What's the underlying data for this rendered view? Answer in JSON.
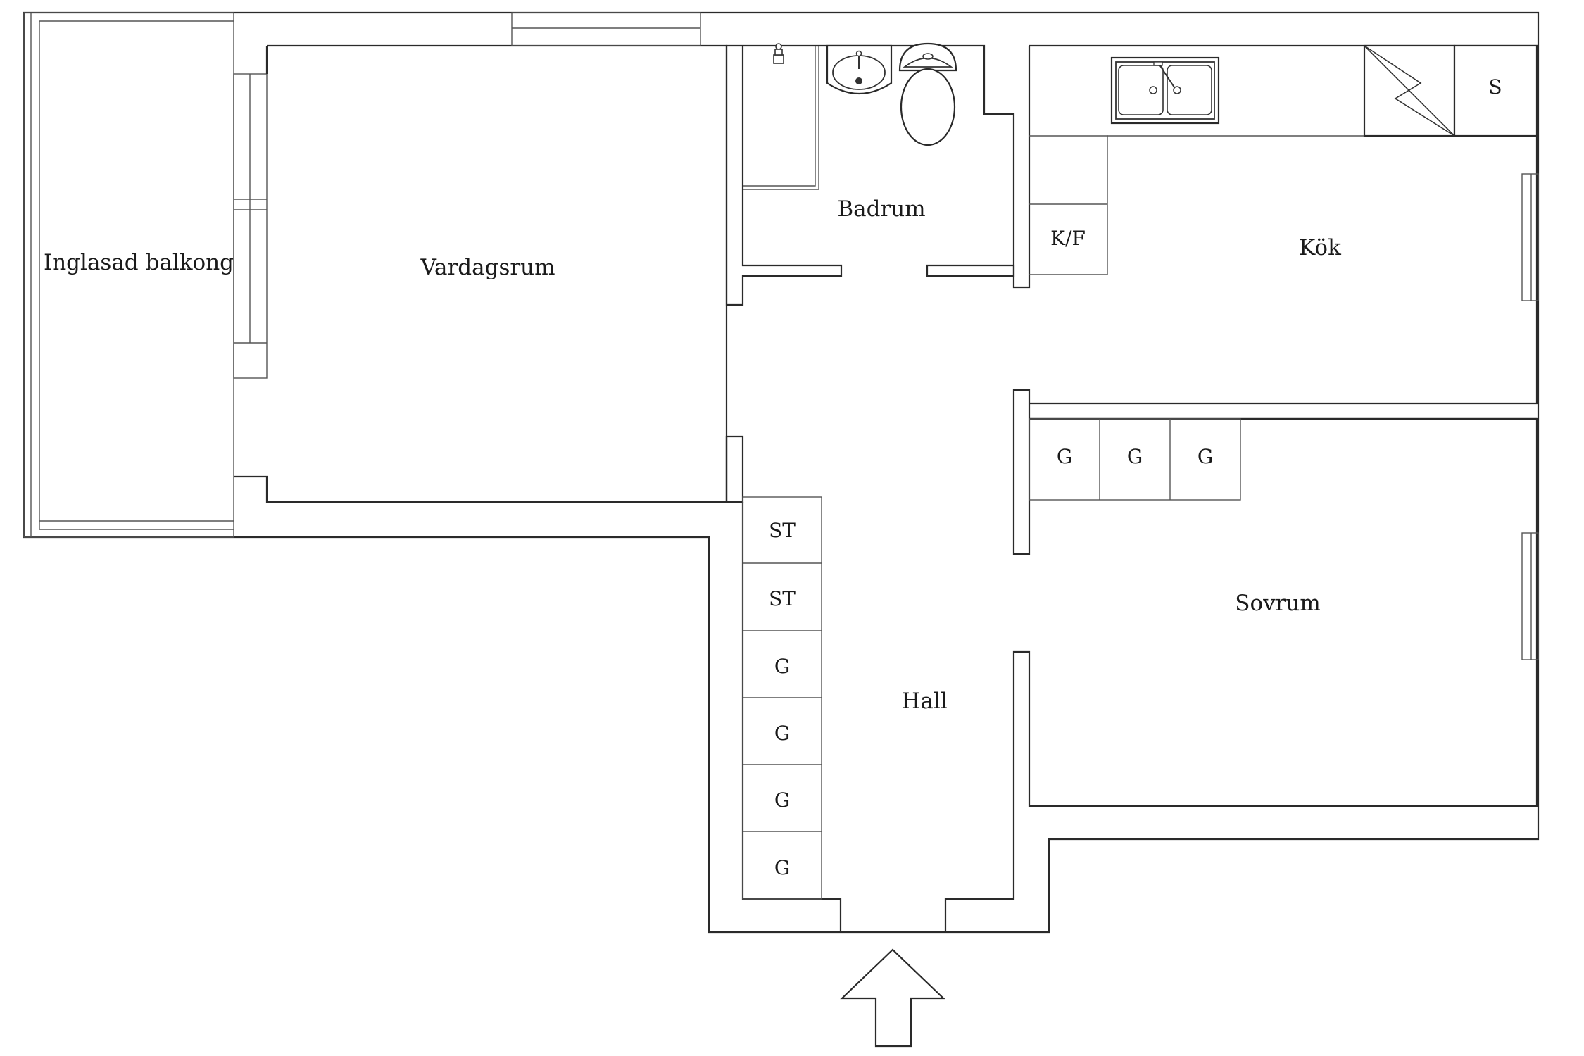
{
  "rooms": {
    "balcony": "Inglasad balkong",
    "living": "Vardagsrum",
    "bathroom": "Badrum",
    "kitchen": "Kök",
    "hall": "Hall",
    "bedroom": "Sovrum"
  },
  "fixtures": {
    "fridge_freezer": "K/F",
    "stove": "S",
    "hall_closets": [
      "ST",
      "ST",
      "G",
      "G",
      "G",
      "G"
    ],
    "bedroom_closets": [
      "G",
      "G",
      "G"
    ]
  }
}
